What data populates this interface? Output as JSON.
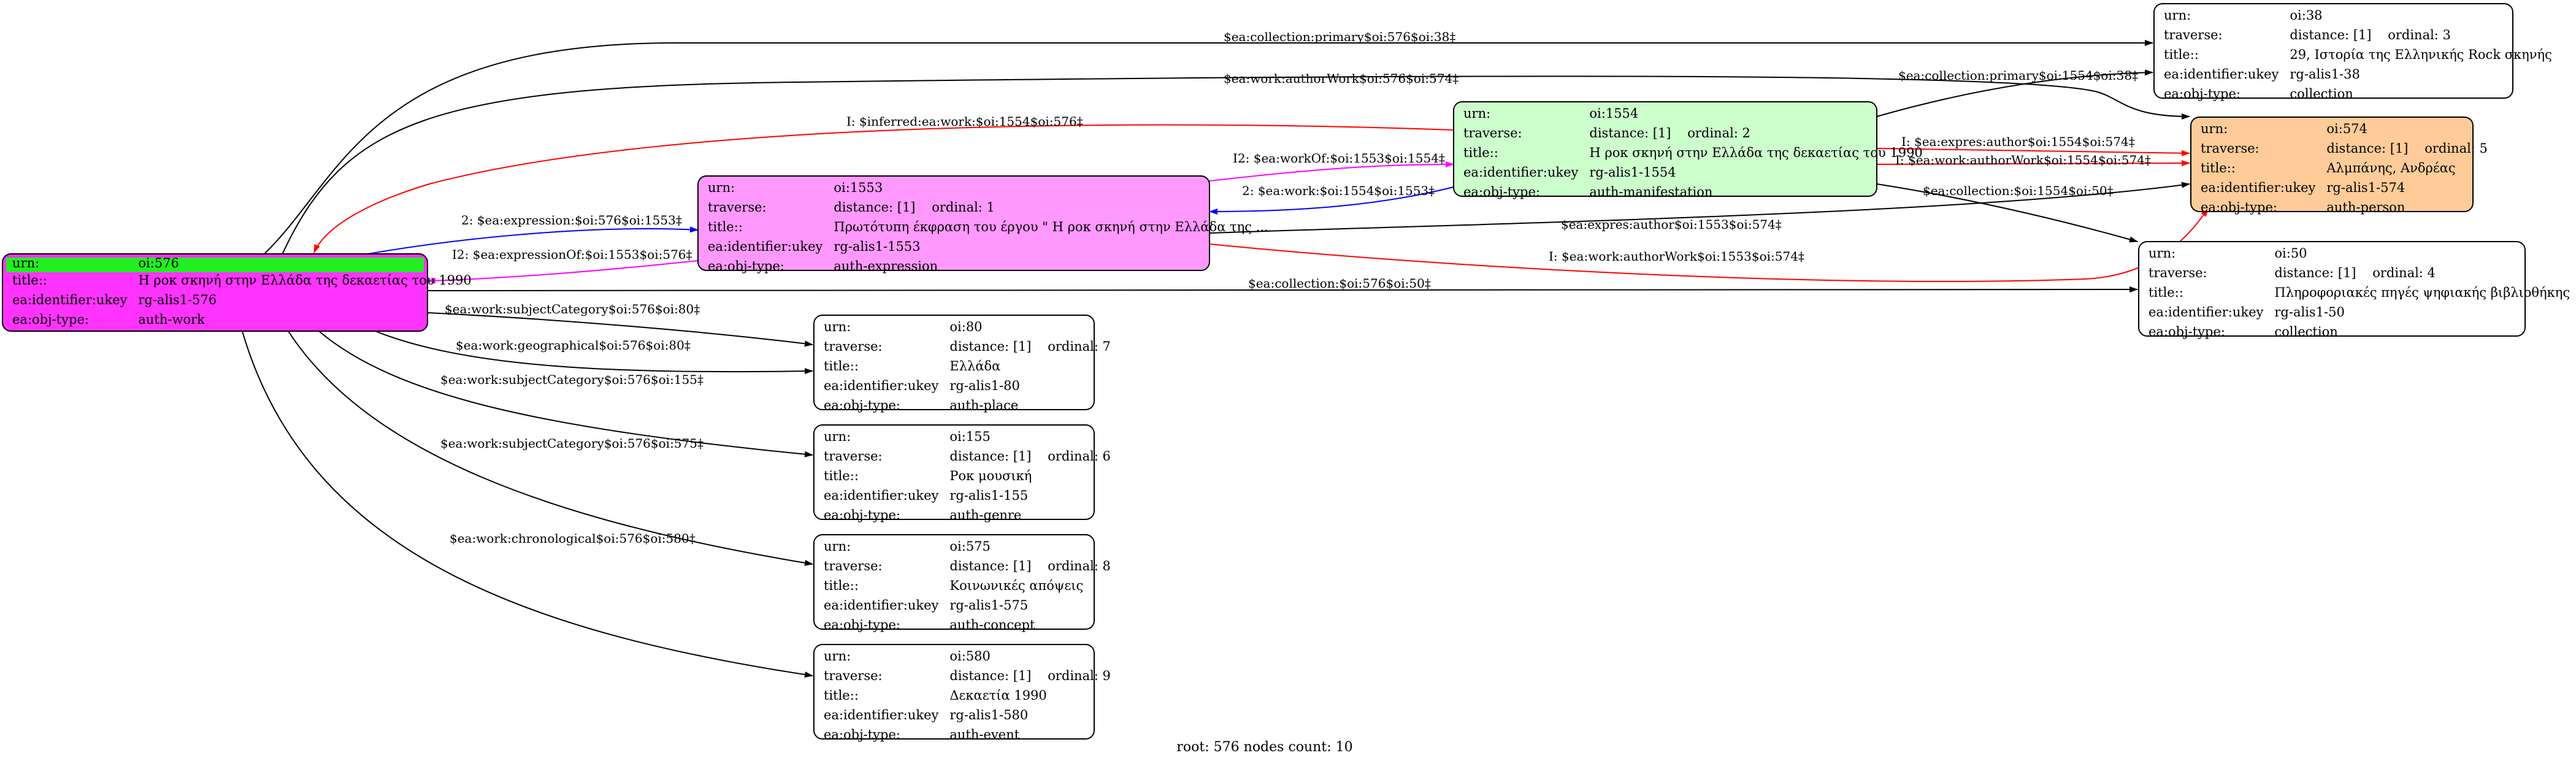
{
  "colors": {
    "root_fill": "#ff33ff",
    "root_urn_row": "#22ee22",
    "expression_fill": "#ff99ff",
    "manifestation_fill": "#ccffcc",
    "person_fill": "#ffcc99",
    "plain_fill": "#ffffff",
    "edge_default": "#000000",
    "edge_red": "#ff0000",
    "edge_blue": "#0000ff",
    "edge_magenta": "#ff00ff"
  },
  "nodes": {
    "n576": {
      "urn_key": "urn:",
      "urn": "oi:576",
      "title_key": "title::",
      "title": "Η ροκ σκηνή στην Ελλάδα της δεκαετίας του 1990",
      "ident_key": "ea:identifier:ukey",
      "ident": "rg-alis1-576",
      "type_key": "ea:obj-type:",
      "type": "auth-work"
    },
    "n1553": {
      "urn_key": "urn:",
      "urn": "oi:1553",
      "traverse_key": "traverse:",
      "distance": "distance: [1]",
      "ordinal": "ordinal: 1",
      "title_key": "title::",
      "title": "Πρωτότυπη έκφραση του έργου \" Η ροκ σκηνή στην Ελλάδα της ...",
      "ident_key": "ea:identifier:ukey",
      "ident": "rg-alis1-1553",
      "type_key": "ea:obj-type:",
      "type": "auth-expression"
    },
    "n1554": {
      "urn_key": "urn:",
      "urn": "oi:1554",
      "traverse_key": "traverse:",
      "distance": "distance: [1]",
      "ordinal": "ordinal: 2",
      "title_key": "title::",
      "title": "Η ροκ σκηνή στην Ελλάδα της δεκαετίας του 1990",
      "ident_key": "ea:identifier:ukey",
      "ident": "rg-alis1-1554",
      "type_key": "ea:obj-type:",
      "type": "auth-manifestation"
    },
    "n38": {
      "urn_key": "urn:",
      "urn": "oi:38",
      "traverse_key": "traverse:",
      "distance": "distance: [1]",
      "ordinal": "ordinal: 3",
      "title_key": "title::",
      "title": "29, Ιστορία της Ελληνικής Rock σκηνής",
      "ident_key": "ea:identifier:ukey",
      "ident": "rg-alis1-38",
      "type_key": "ea:obj-type:",
      "type": "collection"
    },
    "n574": {
      "urn_key": "urn:",
      "urn": "oi:574",
      "traverse_key": "traverse:",
      "distance": "distance: [1]",
      "ordinal": "ordinal: 5",
      "title_key": "title::",
      "title": "Αλμπάνης, Ανδρέας",
      "ident_key": "ea:identifier:ukey",
      "ident": "rg-alis1-574",
      "type_key": "ea:obj-type:",
      "type": "auth-person"
    },
    "n50": {
      "urn_key": "urn:",
      "urn": "oi:50",
      "traverse_key": "traverse:",
      "distance": "distance: [1]",
      "ordinal": "ordinal: 4",
      "title_key": "title::",
      "title": "Πληροφοριακές πηγές ψηφιακής βιβλιοθήκης",
      "ident_key": "ea:identifier:ukey",
      "ident": "rg-alis1-50",
      "type_key": "ea:obj-type:",
      "type": "collection"
    },
    "n80": {
      "urn_key": "urn:",
      "urn": "oi:80",
      "traverse_key": "traverse:",
      "distance": "distance: [1]",
      "ordinal": "ordinal: 7",
      "title_key": "title::",
      "title": "Ελλάδα",
      "ident_key": "ea:identifier:ukey",
      "ident": "rg-alis1-80",
      "type_key": "ea:obj-type:",
      "type": "auth-place"
    },
    "n155": {
      "urn_key": "urn:",
      "urn": "oi:155",
      "traverse_key": "traverse:",
      "distance": "distance: [1]",
      "ordinal": "ordinal: 6",
      "title_key": "title::",
      "title": "Ροκ μουσική",
      "ident_key": "ea:identifier:ukey",
      "ident": "rg-alis1-155",
      "type_key": "ea:obj-type:",
      "type": "auth-genre"
    },
    "n575": {
      "urn_key": "urn:",
      "urn": "oi:575",
      "traverse_key": "traverse:",
      "distance": "distance: [1]",
      "ordinal": "ordinal: 8",
      "title_key": "title::",
      "title": "Κοινωνικές απόψεις",
      "ident_key": "ea:identifier:ukey",
      "ident": "rg-alis1-575",
      "type_key": "ea:obj-type:",
      "type": "auth-concept"
    },
    "n580": {
      "urn_key": "urn:",
      "urn": "oi:580",
      "traverse_key": "traverse:",
      "distance": "distance: [1]",
      "ordinal": "ordinal: 9",
      "title_key": "title::",
      "title": "Δεκαετία 1990",
      "ident_key": "ea:identifier:ukey",
      "ident": "rg-alis1-580",
      "type_key": "ea:obj-type:",
      "type": "auth-event"
    }
  },
  "edge_labels": {
    "e576_38": "$ea:collection:primary$oi:576$oi:38‡",
    "e576_574": "$ea:work:authorWork$oi:576$oi:574‡",
    "e1554_38": "$ea:collection:primary$oi:1554$oi:38‡",
    "e1554_576": "I: $inferred:ea:work:$oi:1554$oi:576‡",
    "e1554_574a": "I: $ea:expres:author$oi:1554$oi:574‡",
    "e1554_574b": "I: $ea:work:authorWork$oi:1554$oi:574‡",
    "e1553_1554": "I2: $ea:workOf:$oi:1553$oi:1554‡",
    "e1554_1553": "2: $ea:work:$oi:1554$oi:1553‡",
    "e1554_50": "$ea:collection:$oi:1554$oi:50‡",
    "e1553_574a": "$ea:expres:author$oi:1553$oi:574‡",
    "e1553_574b": "I: $ea:work:authorWork$oi:1553$oi:574‡",
    "e576_1553": "2: $ea:expression:$oi:576$oi:1553‡",
    "e1553_576": "I2: $ea:expressionOf:$oi:1553$oi:576‡",
    "e576_50": "$ea:collection:$oi:576$oi:50‡",
    "e576_80a": "$ea:work:subjectCategory$oi:576$oi:80‡",
    "e576_80b": "$ea:work:geographical$oi:576$oi:80‡",
    "e576_155": "$ea:work:subjectCategory$oi:576$oi:155‡",
    "e576_575": "$ea:work:subjectCategory$oi:576$oi:575‡",
    "e576_580": "$ea:work:chronological$oi:576$oi:580‡"
  },
  "footer": "root: 576 nodes count: 10"
}
